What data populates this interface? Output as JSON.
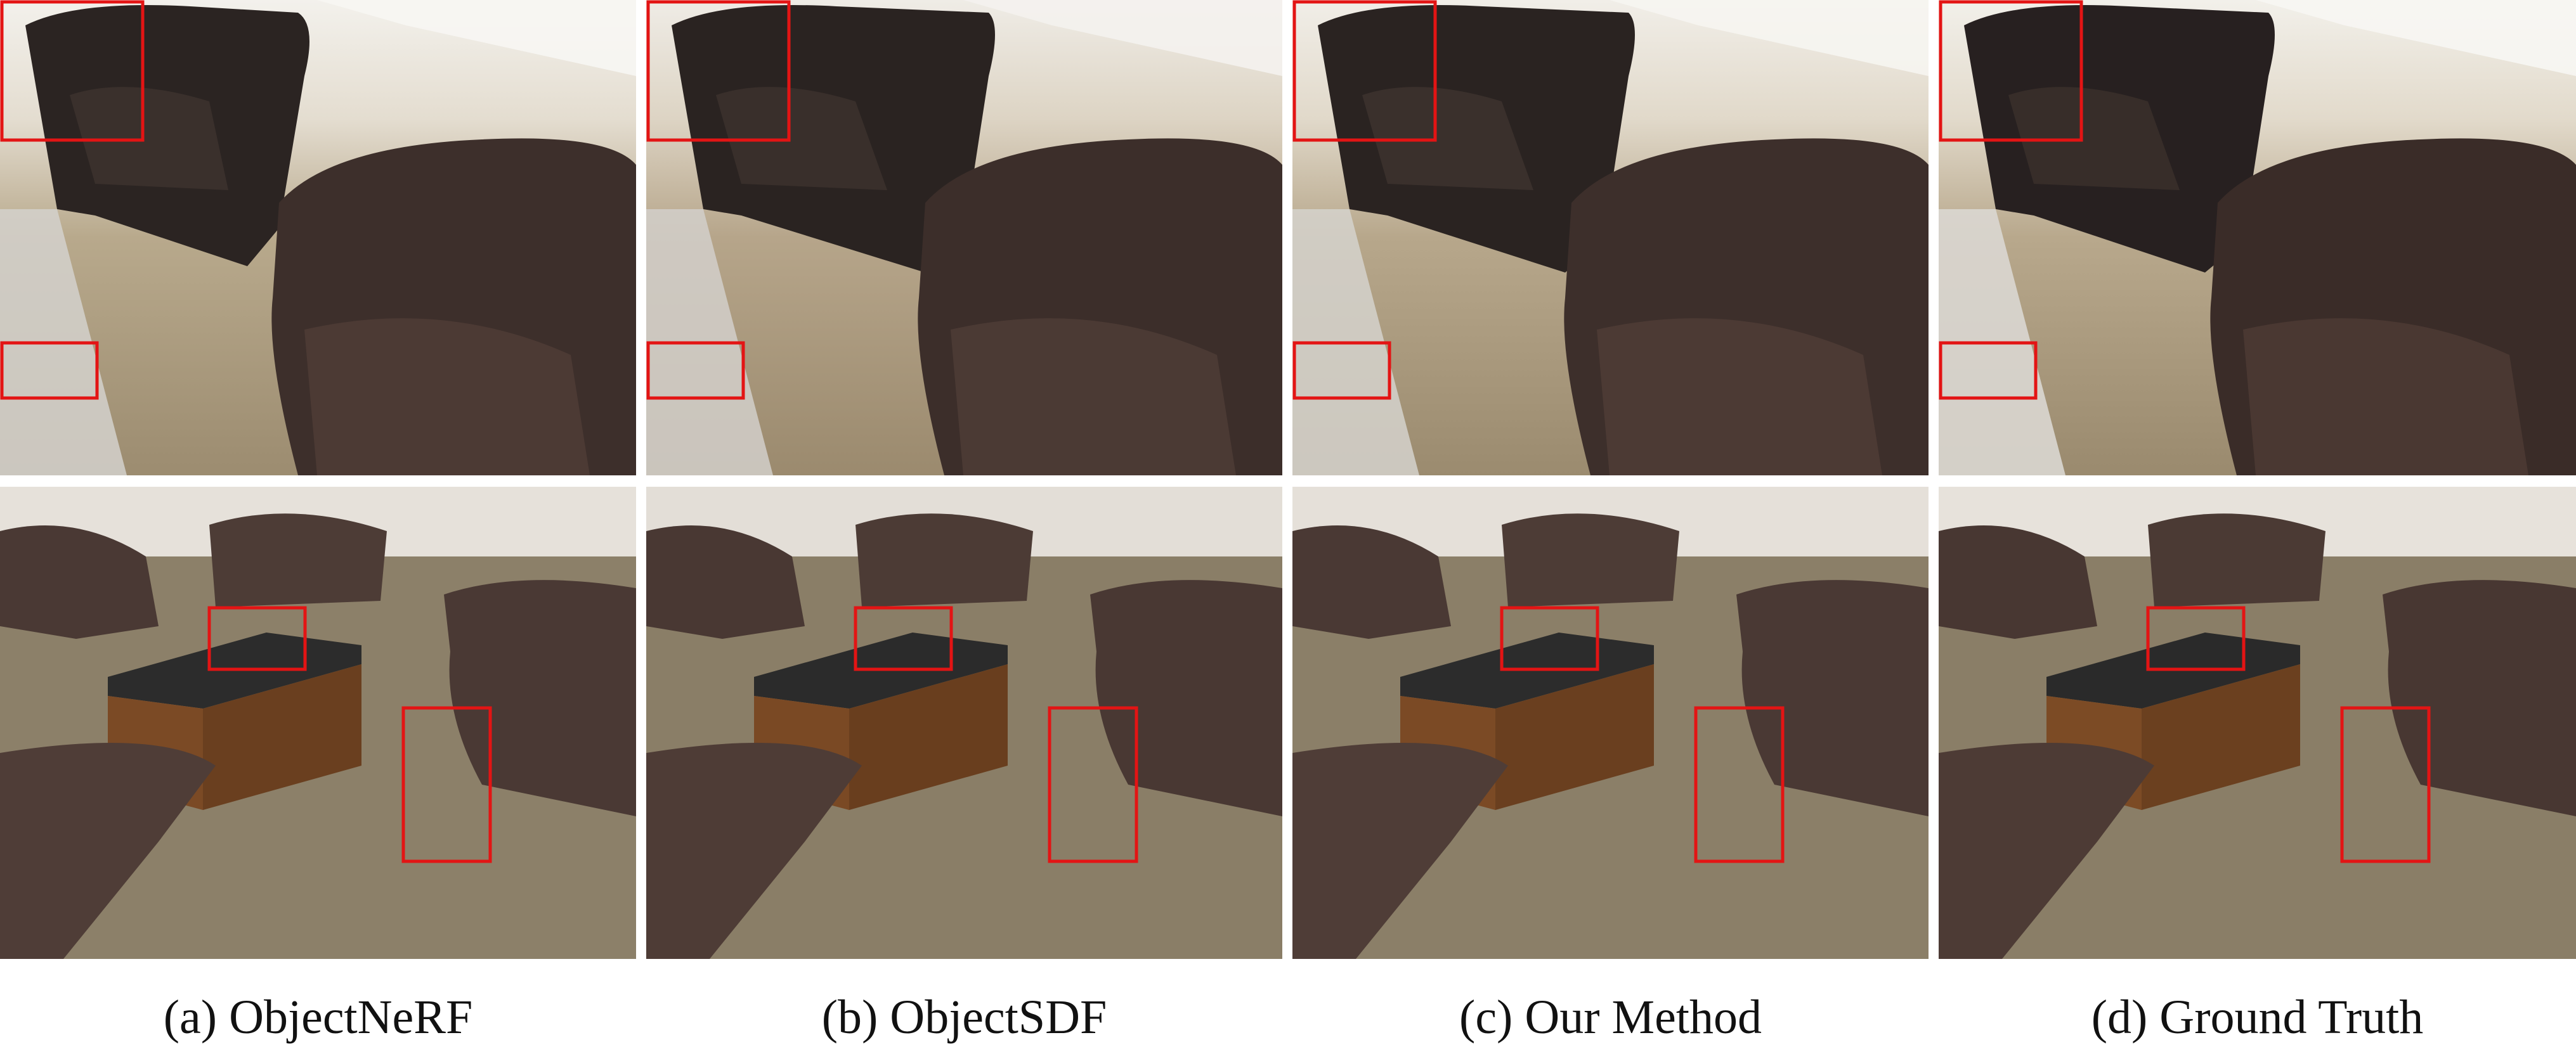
{
  "figure": {
    "columns": [
      {
        "label": "(a) ObjectNeRF"
      },
      {
        "label": "(b) ObjectSDF"
      },
      {
        "label": "(c) Our Method"
      },
      {
        "label": "(d) Ground Truth"
      }
    ],
    "rows": [
      {
        "scene": "armchairs-on-carpet"
      },
      {
        "scene": "lounge-chairs-and-table"
      }
    ],
    "colors": {
      "highlight_box": "#e31414",
      "background": "#ffffff"
    }
  }
}
